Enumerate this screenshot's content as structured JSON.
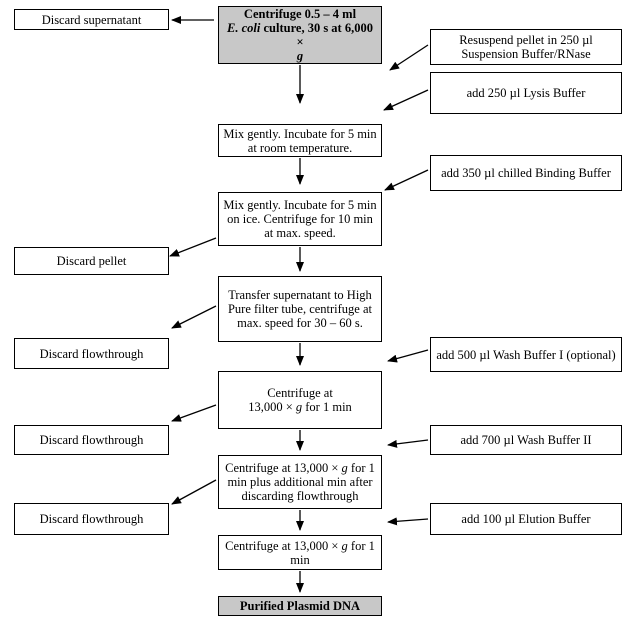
{
  "steps": {
    "centrifuge_start": {
      "line1": "Centrifuge 0.5 – 4 ml",
      "line2_italic": "E. coli",
      "line2_rest": " culture, 30 s at 6,000 ×",
      "line3_italic": "g"
    },
    "mix_room": "Mix gently. Incubate for 5 min at room temperature.",
    "mix_ice": "Mix gently. Incubate for 5 min on ice. Centrifuge for 10 min at max. speed.",
    "transfer": "Transfer supernatant to High Pure filter tube, centrifuge at max. speed for 30 – 60 s.",
    "centrifuge_1min_a": {
      "line1": "Centrifuge at",
      "line2_pre": "13,000 × ",
      "line2_italic": "g",
      "line2_post": " for 1 min"
    },
    "centrifuge_plus": {
      "pre": "Centrifuge at 13,000 × ",
      "italic": "g",
      "post": " for 1 min plus additional min after discarding flowthrough"
    },
    "centrifuge_1min_b": {
      "pre": "Centrifuge at 13,000 × ",
      "italic": "g",
      "post": " for 1 min"
    },
    "result": "Purified Plasmid DNA"
  },
  "left": {
    "supernatant": "Discard supernatant",
    "pellet": "Discard pellet",
    "flow1": "Discard flowthrough",
    "flow2": "Discard flowthrough",
    "flow3": "Discard flowthrough"
  },
  "right": {
    "resuspend": "Resuspend pellet in 250 µl Suspension Buffer/RNase",
    "lysis": "add 250 µl Lysis Buffer",
    "binding": "add 350 µl chilled Binding Buffer",
    "wash1": "add 500 µl Wash Buffer I (optional)",
    "wash2": "add 700 µl Wash Buffer II",
    "elution": "add 100 µl Elution Buffer"
  }
}
